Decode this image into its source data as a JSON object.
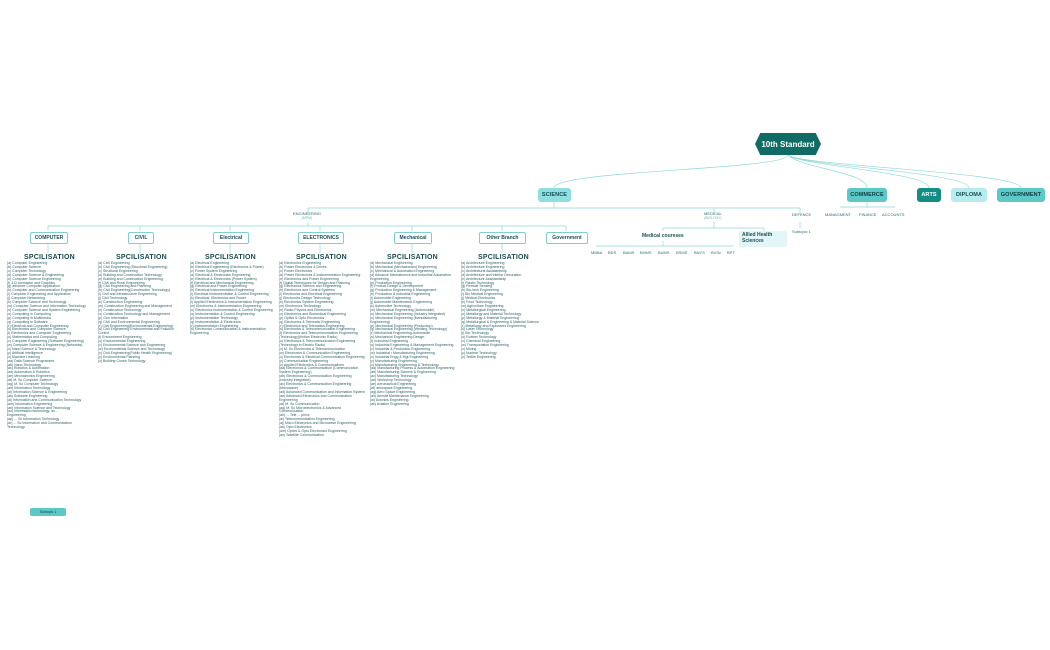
{
  "root": {
    "label": "10th Standard"
  },
  "streams": [
    {
      "id": "science",
      "label": "SCIENCE"
    },
    {
      "id": "commerce",
      "label": "COMMERCE"
    },
    {
      "id": "arts",
      "label": "ARTS"
    },
    {
      "id": "diploma",
      "label": "DIPLOMA"
    },
    {
      "id": "government",
      "label": "GOVERNMENT"
    }
  ],
  "commerce_children": [
    "MANAGMENT",
    "FINANCE",
    "ACCOUNTS"
  ],
  "science_children": {
    "engineering": {
      "label": "ENGINEERING",
      "sub": "(MPM)"
    },
    "medical": {
      "label": "MEDICAL",
      "sub": "(BIOLOGY)"
    },
    "defence": {
      "label": "DEFENCE",
      "child": "Subtopic 1"
    }
  },
  "branches": [
    "COMPUTER",
    "CIVIL",
    "Electrical",
    "ELECTRONICS",
    "Mechanical",
    "Other Branch",
    "Government"
  ],
  "spec_heading": "SPCILISATION",
  "medical_courses": {
    "title": "Medical coureses",
    "items": [
      "MBBA",
      "BDS",
      "BAMS",
      "BHMS",
      "BUMS",
      "BSMS",
      "BNYS",
      "BVSc",
      "BPT"
    ]
  },
  "allied": "Allied Health Sciences",
  "subtopic_label": "Subtopic 1",
  "specialisations": {
    "computer": "(a) Computer Engineering\n(b) Computer Science\n(c) Computer Technology\n(d) Computer Science & Engineering\n(e) Computer Science Engineering\n(f) 3-D Animation and Graphics\n(g) advance Computer Application\n(h) Computer and Communication Engineering\n(i) Computer Engineering and Application\n(j) Computer Networking\n(k) Computer Science and Technology\n(m) Computer Science and Information Technology\n(n) Computer Science and System Engineering\n(o) Computing in Computing\n(p) Computing in Multimedia\n(q) Computing in Software\n(r) Electrical and Computer Engineering\n(s) Electronics and Computer Science\n(t) Electronics and Computer Engineering\n(u) Mathematics and Computing\n(v) Computer Engineering (Software Engineering)\n(w) Computer Science & Engineering (Networks)\n(x) Nano Science & Technology\n(y) Artificial Intelligence\n(z) Machine Learning\n(aa) Data Science Programme\n(ab) Nano Technology\n(ac) Robotics & Automation\n(ad) Automation & Robotics\n(ae) Mechatronics Engineering\n(af) M. Sc Computer Science\n(ag) M. Sc Computer Technology\n(ah) Information Technology\n(ai) Information Science & Engineering\n(ak) Software Engineering\n(al) Information and Communication Technology\n(am) Information Engineering\n(an) Information Science and Technology\n(ao) information technology, an...\nEngineering\n(ap) ... Sc Information Technology\n(ar) ... Sc Information and Communication Technology",
    "civil": "(a) Civil Engineering\n(b) Civil Engineering (Structural Engineering)\n(c) Structural Engineering\n(d) Building and Construction Technology\n(e) Building and Construction Engineering\n(f) Civil and Rural Engineering\n(g) Civil Engineering and Planning\n(h) Civil Engineering(Construction Technology)\n(i) Civil and Infrastructure Engineering\n(j) Civil Technology\n(k) Construction Engineering\n(m) Construction Engineering and Management\n(n) Construction Technology\n(o) Construction Technology and Management\n(p) Geo Informatics\n(q) Civil and Environmental Engineering\n(r) Civil Engineering(Environmental Engineering)\n(s) Civil Engineering Environmental and Pollution Control\n(t) Environment Engineering\n(u) Environmental Engineering\n(v) Environmental Science and Engineering\n(w) Environmental Science and Technology\n(x) Civil Engineering(Public Health Engineering)\n(y) Environmental Planning\n(z) Building Constr Technology",
    "electrical": "(a) Electrical Engineering\n(b) Electrical Engineering (Electronics & Power)\n(c) Power System Engineering\n(d) Electrical & Electronics Engineering\n(e) Electrical & Electronics (Power System)\n(f) Electrical and Mechanical Engineering\n(g) Electrical and Power Engineering\n(h) Electrical Instrumentation Engineering\n(i) Electrical Instrumentation & Control Engineering\n(k) Electrical, Electronics and Power\n(l) Applied Electronics & Instrumentation Engineering\n(m) Electronics & Instrumentation Engineering\n(n) Electronics Instrumentation & Control Engineering\n(o) Instrumentation & Control Engineering\n(p) Instrumentation Technology\n(q) Instrumentation & Electronics\n(r) Instrumentation Engineering\n(s) Electronics Communication & Instrumentation Engineering",
    "electronics": "(a) Electronics Engineering\n(b) Power Electronics & Drives\n(c) Power Electronics\n(d) Power Electronics & Instrumentation Engineering\n(e) Electronics and Power Engineering\n(f) Digital Techniques for Design and Planning\n(g) Electronics Science and Engineering\n(h) Electronics and Control Systems\n(i) Electronics and Electrical Engineering\n(j) Electronics Design Technology\n(k) Electronics System Engineering\n(m) Electronics Technology\n(n) Radio Physics and Electronics\n(o) Electronics and Biomedical Engineering\n(p) Optics & Opto Electronics\n(q) Electronics & Telematic Engineering\n(r) Electronics and Telematics Engineering\n(s) Electronics & Telecommunication Engineering\n(t) Electronics and Telecommunication Engineering (Technology)(Indian Electronic Radio)\n(u) Electronics & Telecommunication Engineering (Technology in Electric Radio)\n(v) M. Sc Electronics & Telecommunication\n(w) Electronics & Communication Engineering\n(x) Electronics & Electrical Communication Engineering\n(y) Communication Engineering\n(z) Applied Electronics & Communications\n(aa) Electronics & Communication (Communication System Engineering)\n(ab) Electronics & Communication Engineering (Industry Integrated)\n(ac) Electronics & Communication Engineering (Microwave)\n(ad) Advanced Communication and Information System\n(ae) Advanced Electronics and Communication Engineering\n(af) M. Sc Communication\n(ag) M. Sc Microelectronics & Advanced Communication\n(ah) ... Tele ... phics\n(ai) Telecommunication Engineering\n(aj) Micro Electronics and Microwave Engineering\n(ak) Opto Electronics\n(am) Optics & Opto Electronics Engineering\n(an) Satellite Communication",
    "mechanical": "(a) Mechanical Engineering\n(b) Mechanical (Mechatronics) Engineering\n(c) Mechanical & Automation Engineering\n(d) Advance Mechatronics and Industrial Automation Engineering\n(e) Production Engineering\n(f) Product Design & Development\n(g) Production Engineering & Management\n(h) Production & Industrial Engineering\n(i) Automobile Engineering\n(j) Automobile Maintenance Engineering\n(k) Automotive Technology\n(m) Mechanical Engineering (Automobile)\n(n) Mechanical Engineering (Industry Integrated)\n(o) Mechanical Engineering (Manufacturing Engineering)\n(p) Mechanical Engineering (Production)\n(q) Mechanical Engineering (Welding Technology)\n(r) Mechanical Engineering Automobile\n(s) Mechanical Engineering Design\n(t) Industrial Engineering\n(u) Industrial Engineering & Management Engineering\n(v) Industrial & Production Engineering\n(w) Industrial / Manufacturing Engineering\n(x) Industrial Engg & Mgt Engineering\n(y) Manufacturing Engineering\n(z) Manufacturing Engineering & Technology\n(aa) Manufacturing Process & Automation Engineering\n(ab) Manufacturing Science & Engineering\n(ac) Manufacturing Technology\n(ad) Workshop Technology\n(ae) Aeronautical Engineering\n(af) aerospace Engineering\n(ag) Aero Space Engineering\n(ah) Aircraft Maintenance Engineering\n(ai) Avionics Engineering\n(ak) Aviation Engineering",
    "other": "(a) Architecture Engineering\n(b) Architecture Engineering\n(c) Architectural Assistantship\n(d) Architecture and Interior Decoration\n(e) Architecture Assistantship\n(f) Plastic Technology\n(g) Remote Sensing\n(h) Bio-tech Engineering\n(i) Bio Medical Engineering\n(j) Medical Electronics\n(k) Food Technology\n(m) Agriculture Engineering\n(n) Metallurgical Engineering\n(o) Metallurgy and Material Technology\n(p) Metallurgy & Material Engineering\n(q) Metallurgical & Engineering & Material Science\n(r) Metallurgy and Explosives Engineering\n(s) Laser Technology\n(t) Bio Technology\n(u) Rubber Technology\n(v) Chemical Engineering\n(w) Transportation Engineering\n(x) Mining\n(y) Nuclear Technology\n(z) Textile Engineering"
  }
}
